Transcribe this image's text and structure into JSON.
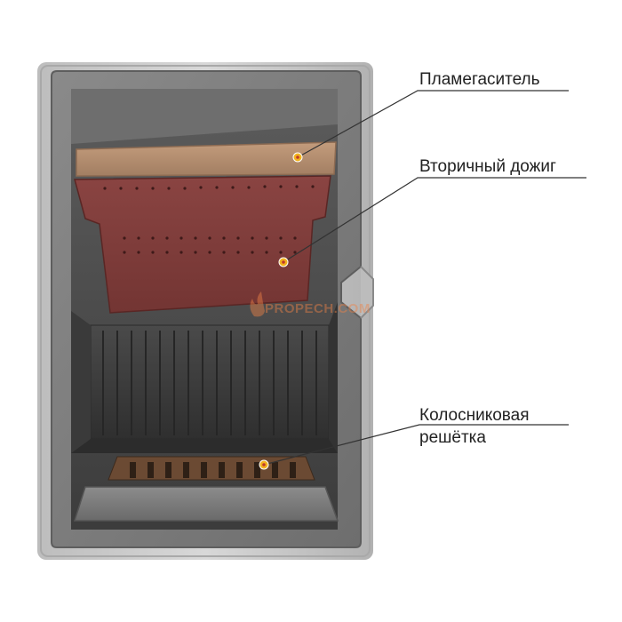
{
  "labels": {
    "flame_arrester": "Пламегаситель",
    "secondary_burn": "Вторичный дожиг",
    "grate_line1": "Колосниковая",
    "grate_line2": "решётка"
  },
  "watermark": "PROPECH.COM",
  "colors": {
    "body": "#7b7b7b",
    "frame_light": "#cfcfcf",
    "plate": "#b08a6e",
    "burn_panel": "#7d3a38",
    "grate": "#6a4a34",
    "marker_fill": "#f2b21e",
    "marker_center": "#c0392b",
    "line": "#333333",
    "text": "#222222"
  }
}
